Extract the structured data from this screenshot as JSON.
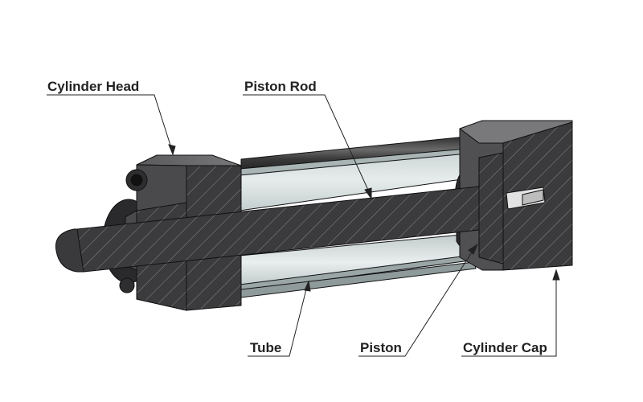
{
  "diagram": {
    "labels": {
      "cylinder_head": "Cylinder Head",
      "piston_rod": "Piston Rod",
      "tube": "Tube",
      "piston": "Piston",
      "cylinder_cap": "Cylinder Cap"
    },
    "colors": {
      "section_fill": "#3b3b3d",
      "hatch": "#8a8a8c",
      "outline": "#111111",
      "tube_glass": "#d4dcdc",
      "rod_steel": "#4a4a4a",
      "label_text": "#222222"
    }
  }
}
